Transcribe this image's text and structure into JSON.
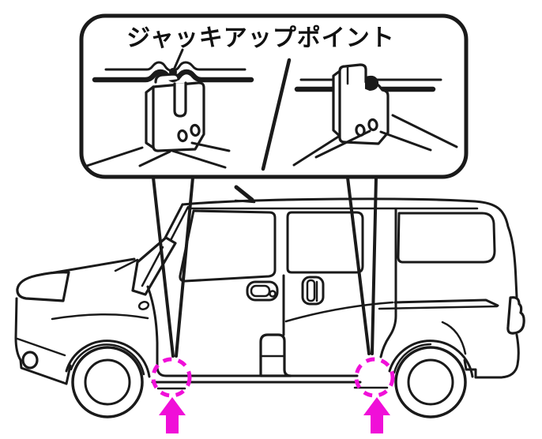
{
  "callout": {
    "label": "ジャッキアップポイント",
    "details": [
      {
        "name": "front-jack-up-point-closeup",
        "shows": "sill flange with notches and jack bracket"
      },
      {
        "name": "rear-jack-up-point-closeup",
        "shows": "sill flange with jack bracket"
      }
    ]
  },
  "markers": {
    "front": {
      "icon": "dashed-circle",
      "arrow_icon": "up-arrow"
    },
    "rear": {
      "icon": "dashed-circle",
      "arrow_icon": "up-arrow"
    }
  },
  "colors": {
    "line": "#1a1a1a",
    "accent": "#f00fd8",
    "background": "#ffffff"
  }
}
